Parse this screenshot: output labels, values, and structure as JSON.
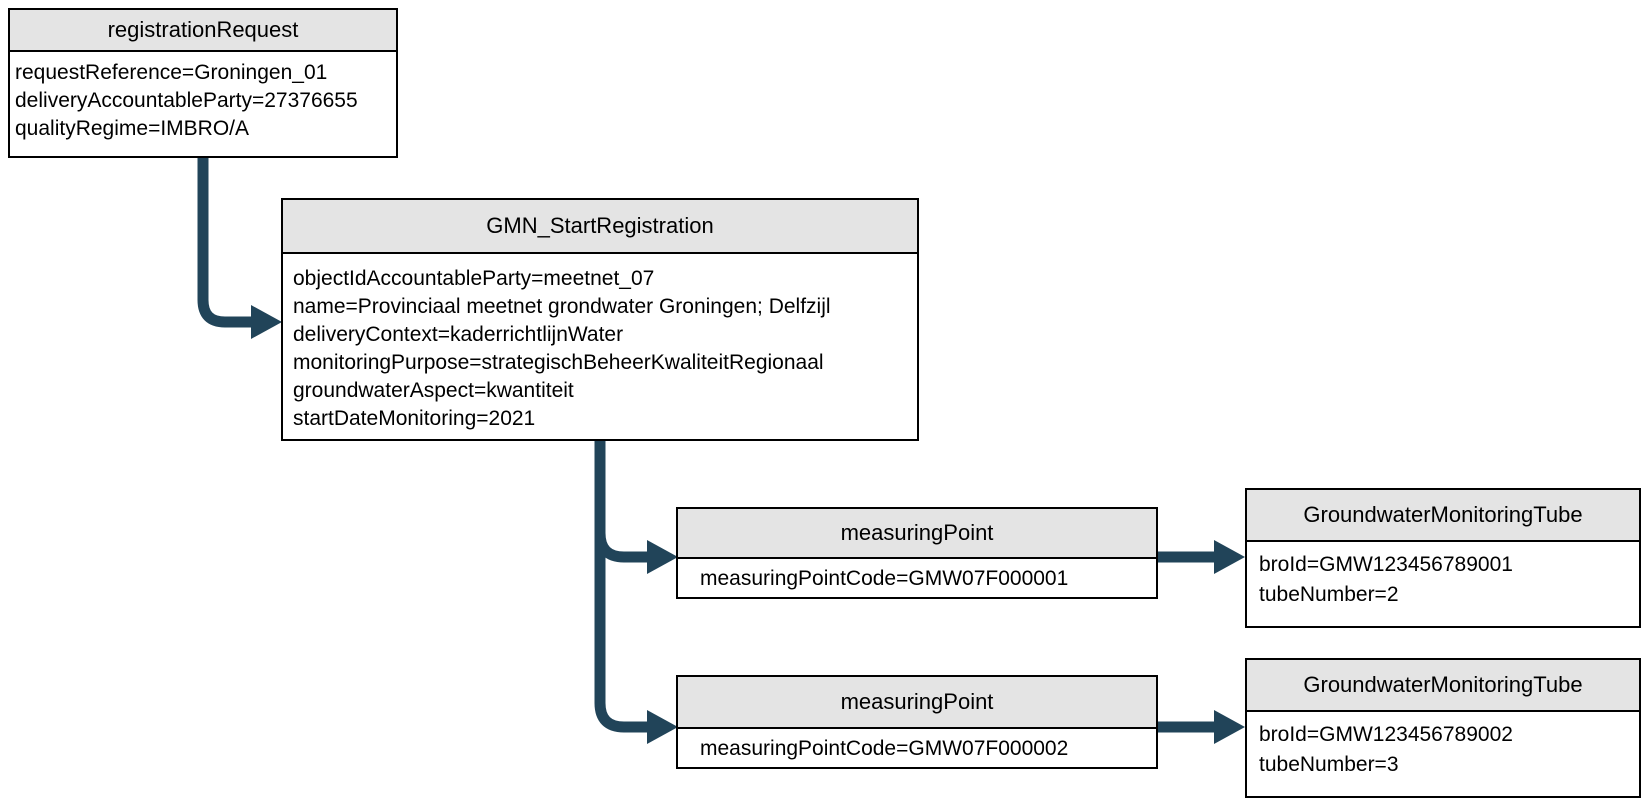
{
  "diagram_type": "object-diagram",
  "colors": {
    "arrow": "#214459",
    "header_bg": "#e4e4e4",
    "border": "#000000",
    "background": "#ffffff"
  },
  "nodes": {
    "registration_request": {
      "title": "registrationRequest",
      "attributes": [
        "requestReference=Groningen_01",
        "deliveryAccountableParty=27376655",
        "qualityRegime=IMBRO/A"
      ]
    },
    "gmn_start_registration": {
      "title": "GMN_StartRegistration",
      "attributes": [
        "objectIdAccountableParty=meetnet_07",
        "name=Provinciaal meetnet grondwater Groningen; Delfzijl",
        "deliveryContext=kaderrichtlijnWater",
        "monitoringPurpose=strategischBeheerKwaliteitRegionaal",
        "groundwaterAspect=kwantiteit",
        "startDateMonitoring=2021"
      ]
    },
    "measuring_point_1": {
      "title": "measuringPoint",
      "attributes": [
        "measuringPointCode=GMW07F000001"
      ]
    },
    "measuring_point_2": {
      "title": "measuringPoint",
      "attributes": [
        "measuringPointCode=GMW07F000002"
      ]
    },
    "tube_1": {
      "title": "GroundwaterMonitoringTube",
      "attributes": [
        "broId=GMW123456789001",
        "tubeNumber=2"
      ]
    },
    "tube_2": {
      "title": "GroundwaterMonitoringTube",
      "attributes": [
        "broId=GMW123456789002",
        "tubeNumber=3"
      ]
    }
  },
  "edges": [
    {
      "from": "registration_request",
      "to": "gmn_start_registration"
    },
    {
      "from": "gmn_start_registration",
      "to": "measuring_point_1"
    },
    {
      "from": "gmn_start_registration",
      "to": "measuring_point_2"
    },
    {
      "from": "measuring_point_1",
      "to": "tube_1"
    },
    {
      "from": "measuring_point_2",
      "to": "tube_2"
    }
  ]
}
